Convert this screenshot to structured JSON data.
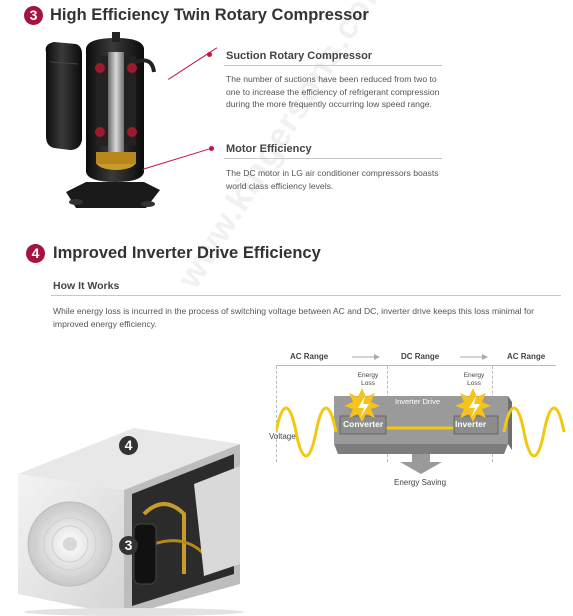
{
  "section3": {
    "number": "3",
    "title": "High Efficiency Twin Rotary Compressor",
    "features": [
      {
        "heading": "Suction Rotary Compressor",
        "text": "The number of suctions have been reduced from two to one to increase the efficiency of refrigerant compression during the more frequently occurring low speed range."
      },
      {
        "heading": "Motor Efficiency",
        "text": "The DC motor in LG air conditioner compressors boasts world class efficiency levels."
      }
    ]
  },
  "section4": {
    "number": "4",
    "title": "Improved Inverter Drive Efficiency",
    "how_heading": "How It Works",
    "how_text": "While energy loss is incurred in the process of switching voltage between AC and DC, inverter drive keeps this loss minimal for improved energy efficiency."
  },
  "diagram": {
    "ranges": [
      "AC Range",
      "DC Range",
      "AC Range"
    ],
    "energy_loss": "Energy Loss",
    "inverter_drive": "Inverter Drive",
    "converter": "Converter",
    "inverter": "Inverter",
    "voltage": "Voltage",
    "energy_saving": "Energy Saving"
  },
  "unit_markers": [
    "4",
    "3"
  ],
  "watermark": "www.kingersons.com",
  "colors": {
    "accent": "#a3153f",
    "wave": "#f2c811",
    "burst": "#f6c31a",
    "box": "#8a8a8a"
  }
}
